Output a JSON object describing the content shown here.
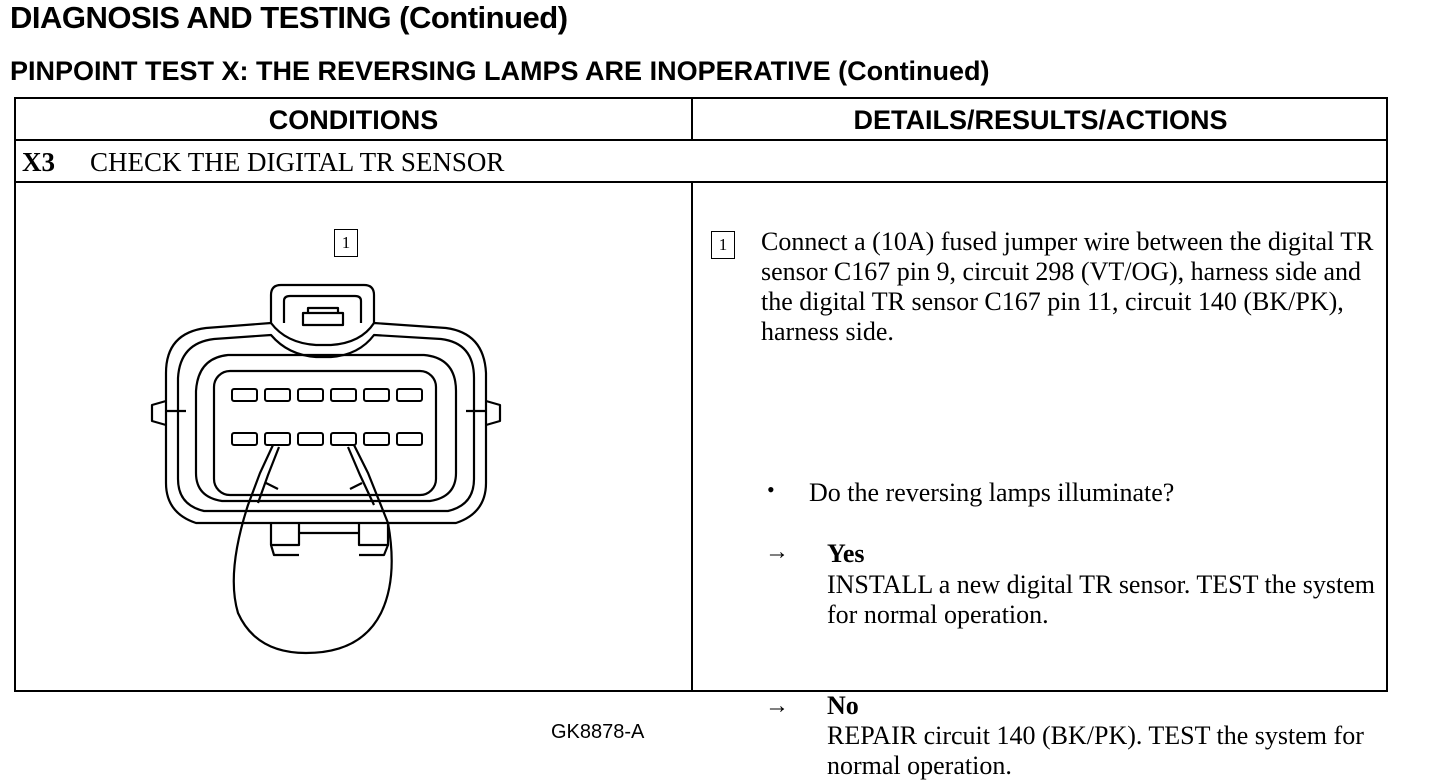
{
  "header": {
    "title": "DIAGNOSIS AND TESTING (Continued)",
    "pinpoint_title": "PINPOINT TEST X: THE REVERSING LAMPS ARE INOPERATIVE (Continued)"
  },
  "table": {
    "columns": [
      "CONDITIONS",
      "DETAILS/RESULTS/ACTIONS"
    ],
    "step": {
      "id": "X3",
      "title": "CHECK THE DIGITAL TR SENSOR"
    }
  },
  "diagram": {
    "callout": "1",
    "figure_code": "GK8878-A"
  },
  "details": {
    "callout": "1",
    "instruction": "Connect a (10A) fused jumper wire between the digital TR sensor C167 pin 9, circuit 298 (VT/OG), harness side and the digital TR sensor C167 pin 11, circuit 140 (BK/PK), harness side.",
    "bullet": "•",
    "question": "Do the reversing lamps illuminate?",
    "answers": [
      {
        "arrow": "→",
        "label": "Yes",
        "text": "INSTALL a new digital TR sensor. TEST the system for normal operation."
      },
      {
        "arrow": "→",
        "label": "No",
        "text": "REPAIR circuit 140 (BK/PK). TEST the system for normal operation."
      }
    ]
  }
}
